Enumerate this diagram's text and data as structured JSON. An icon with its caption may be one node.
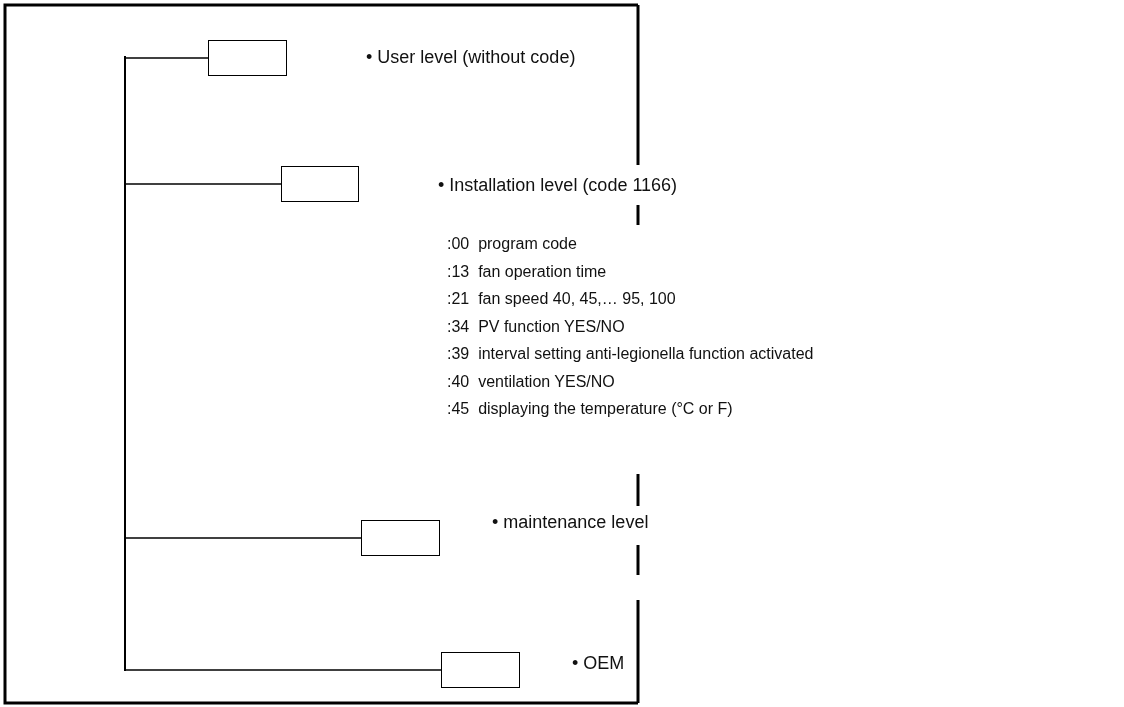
{
  "diagram": {
    "nodes": [
      {
        "text": [],
        "shape": "bar"
      },
      {
        "text": [],
        "shape": "box"
      },
      {
        "text": [],
        "shape": "box"
      },
      {
        "text": [],
        "shape": "box"
      },
      {
        "text": [],
        "shape": "box"
      }
    ],
    "edges": [
      {
        "from": 0,
        "to": 1,
        "arrow": "none"
      },
      {
        "from": 0,
        "to": 2,
        "arrow": "none"
      },
      {
        "from": 0,
        "to": 3,
        "arrow": "none"
      },
      {
        "from": 0,
        "to": 4,
        "arrow": "none"
      }
    ],
    "labels": [
      "• User level (without code)",
      "• Installation level (code 1166)",
      ":00  program code",
      ":13  fan operation time",
      ":21  fan speed 40, 45,… 95, 100",
      ":34  PV function YES/NO",
      ":39  interval setting anti-legionella function activated",
      ":40  ventilation YES/NO",
      ":45  displaying the temperature (°C or F)",
      "• maintenance level",
      "• OEM"
    ]
  }
}
